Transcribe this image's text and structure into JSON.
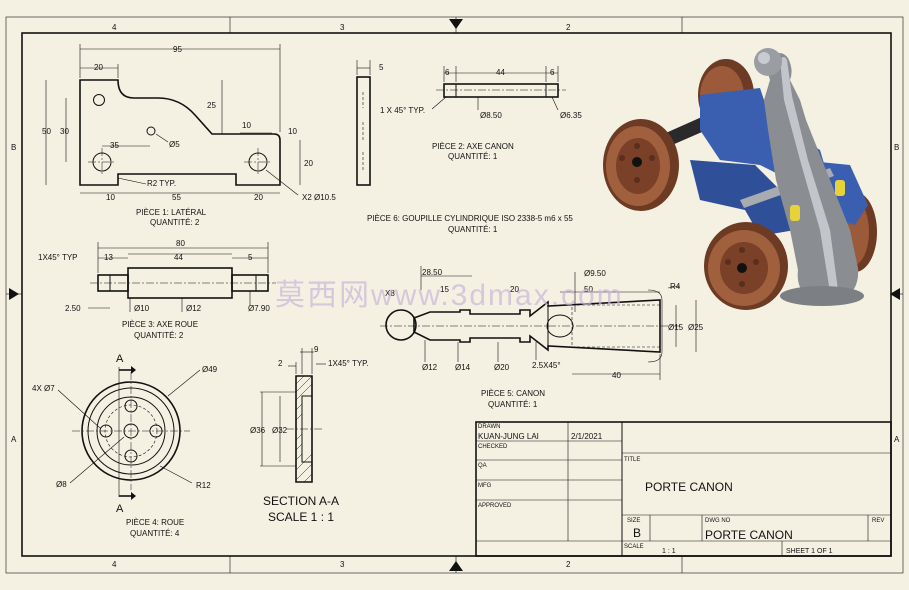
{
  "zones": {
    "top": [
      "4",
      "3",
      "2"
    ],
    "bottom": [
      "4",
      "3",
      "2"
    ],
    "left": [
      "B",
      "A"
    ],
    "right": [
      "B",
      "A"
    ]
  },
  "watermark": "莫西网www.3dmax.com",
  "parts": {
    "lateral": {
      "caption": "PIÈCE 1: LATÉRAL",
      "qty": "QUANTITÉ: 2",
      "dims": {
        "d95": "95",
        "d20": "20",
        "d25": "25",
        "d50": "50",
        "d30": "30",
        "d35": "35",
        "d5": "Ø5",
        "d10a": "10",
        "d10b": "10",
        "d20b": "20",
        "d10c": "10",
        "d55": "55",
        "d20c": "20",
        "r2": "R2 TYP.",
        "x2": "X2 Ø10.5"
      }
    },
    "side": {
      "d5": "5"
    },
    "axe_canon": {
      "caption": "PIÈCE 2: AXE CANON",
      "qty": "QUANTITÉ: 1",
      "dims": {
        "d6a": "6",
        "d44": "44",
        "d6b": "6",
        "chamfer": "1 X 45° TYP.",
        "d850": "Ø8.50",
        "d635": "Ø6.35"
      }
    },
    "goupille": {
      "caption": "PIÈCE 6: GOUPILLE CYLINDRIQUE ISO 2338-5 m6 x 55",
      "qty": "QUANTITÉ: 1"
    },
    "axe_roue": {
      "caption": "PIÈCE 3: AXE ROUE",
      "qty": "QUANTITÉ: 2",
      "dims": {
        "d80": "80",
        "chamfer": "1X45° TYP",
        "d13": "13",
        "d44": "44",
        "d5": "5",
        "d250": "2.50",
        "d10": "Ø10",
        "d12": "Ø12",
        "d790": "Ø7.90"
      }
    },
    "canon": {
      "caption": "PIÈCE 5: CANON",
      "qty": "QUANTITÉ: 1",
      "dims": {
        "d2850": "28.50",
        "d15": "15",
        "d20": "20",
        "d950": "Ø9.50",
        "d50": "50",
        "r4": "R4",
        "x8": "X8",
        "d15b": "Ø15",
        "d25": "Ø25",
        "d40": "40",
        "d12": "Ø12",
        "d14": "Ø14",
        "d20b": "Ø20",
        "ch": "2.5X45°"
      }
    },
    "roue": {
      "caption": "PIÈCE 4: ROUE",
      "qty": "QUANTITÉ: 4",
      "dims": {
        "holes": "4X Ø7",
        "d49": "Ø49",
        "d8": "Ø8",
        "r12": "R12",
        "sec": "A"
      }
    },
    "section": {
      "title": "SECTION A-A",
      "scale": "SCALE 1 : 1",
      "dims": {
        "d2": "2",
        "d9": "9",
        "chamfer": "1X45° TYP.",
        "d36": "Ø36",
        "d32": "Ø32"
      }
    }
  },
  "title_block": {
    "drawn_label": "DRAWN",
    "drawn_by": "KUAN-JUNG LAI",
    "date": "2/1/2021",
    "checked_label": "CHECKED",
    "qa_label": "QA",
    "mfg_label": "MFG",
    "approved_label": "APPROVED",
    "title_label": "TITLE",
    "title": "PORTE CANON",
    "size_label": "SIZE",
    "size": "B",
    "dwg_label": "DWG NO",
    "dwg_no": "PORTE CANON",
    "rev_label": "REV",
    "scale_label": "SCALE",
    "scale": "1 : 1",
    "sheet": "SHEET 1  OF  1"
  },
  "colors": {
    "paper": "#f4f1e3",
    "frame": "#111111",
    "blue": "#3a5fb0",
    "wheel": "#8a4a30",
    "cannon": "#8a8d92",
    "pin": "#e8d23a"
  }
}
